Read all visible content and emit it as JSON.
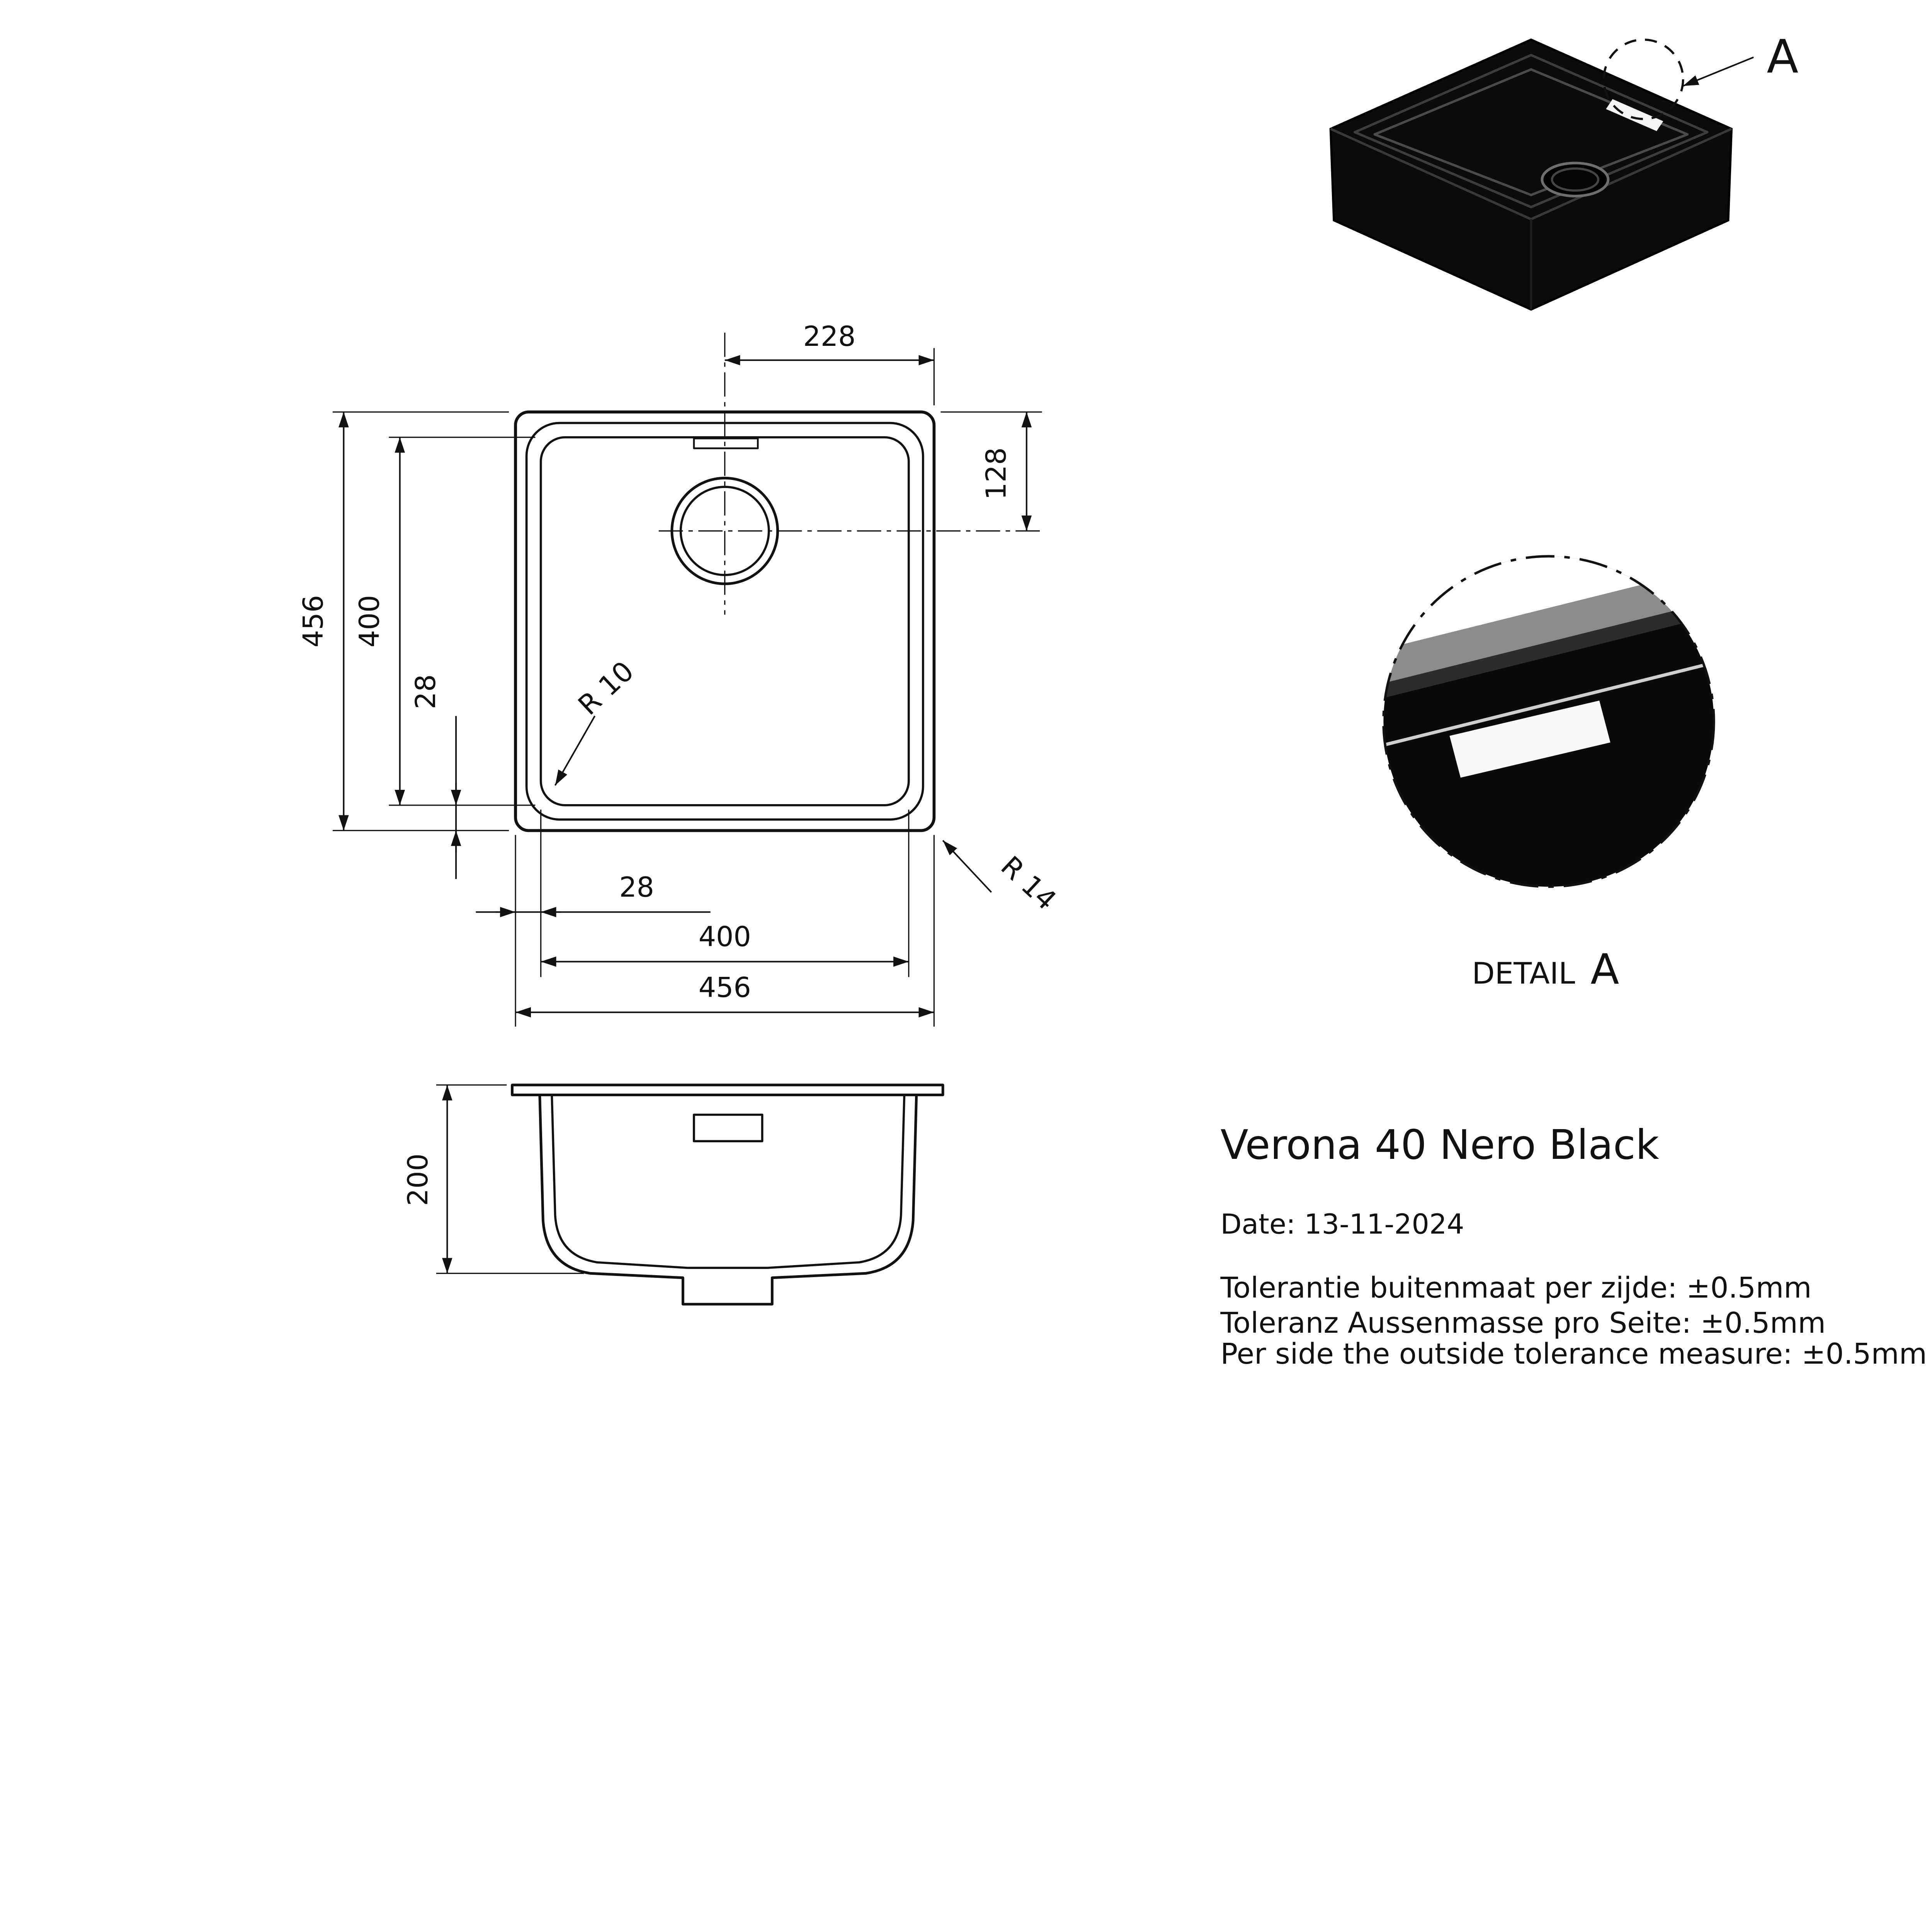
{
  "drawing": {
    "ink": "#111111",
    "top_view": {
      "dim_width_center": "228",
      "dim_drain_offset": "128",
      "dim_outer_v": "456",
      "dim_inner_v": "400",
      "dim_rim_v": "28",
      "dim_rim_h": "28",
      "dim_inner_h": "400",
      "dim_outer_h": "456",
      "radius_inner": "R 10",
      "radius_outer": "R 14"
    },
    "side_view": {
      "dim_height": "200"
    },
    "iso_view": {
      "detail_callout": "A"
    },
    "detail_view": {
      "label": "DETAIL",
      "letter": "A"
    }
  },
  "info_block": {
    "title": "Verona 40 Nero Black",
    "date": "Date: 13-11-2024",
    "tolerance_nl": "Tolerantie buitenmaat per zijde: ±0.5mm",
    "tolerance_de": "Toleranz Aussenmasse pro Seite: ±0.5mm",
    "tolerance_en": "Per side the outside tolerance measure: ±0.5mm"
  }
}
